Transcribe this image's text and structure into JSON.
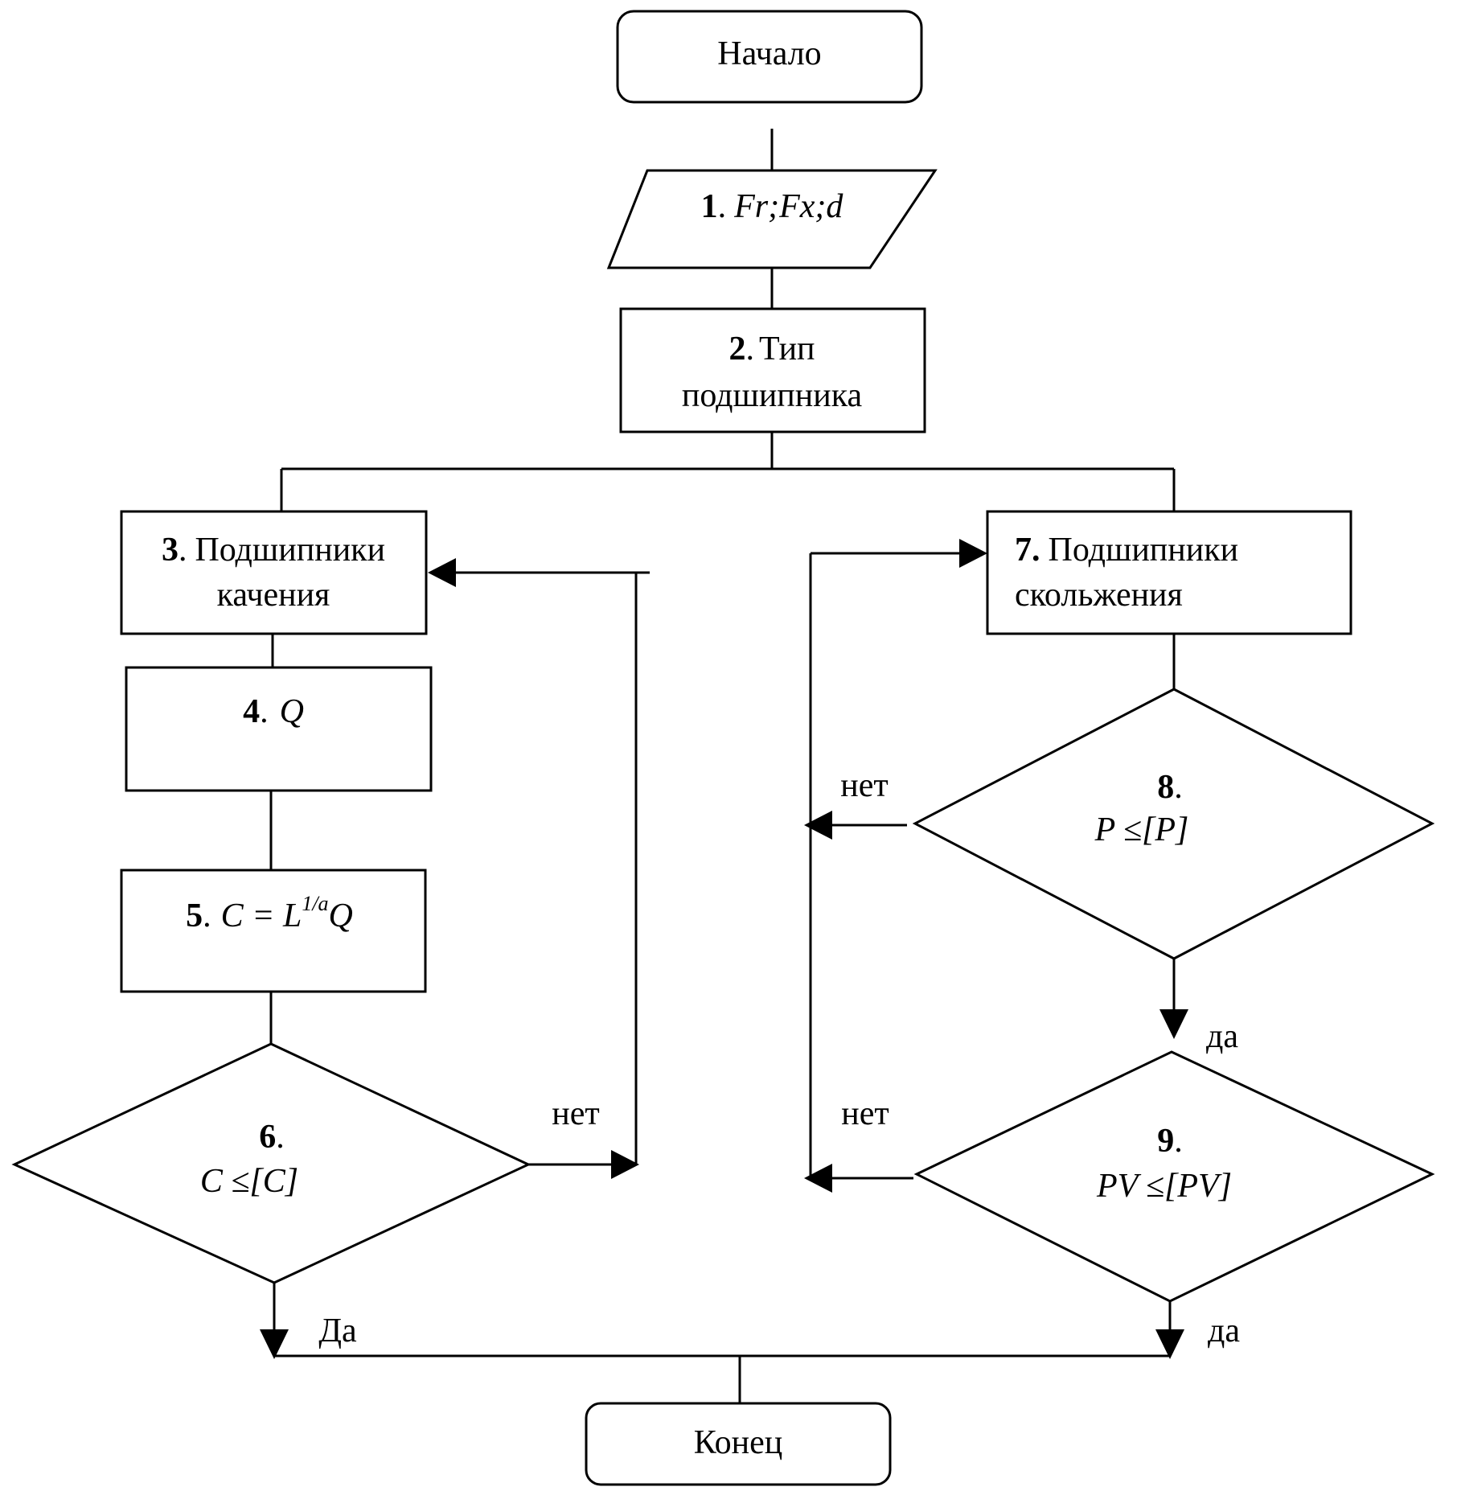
{
  "nodes": {
    "start": {
      "text": "Начало"
    },
    "n1": {
      "num": "1",
      "text": "Fr;Fx;d"
    },
    "n2": {
      "num": "2",
      "line1": "Тип",
      "line2": "подшипника"
    },
    "n3": {
      "num": "3",
      "line1": "Подшипники",
      "line2": "качения"
    },
    "n4": {
      "num": "4",
      "text": "Q"
    },
    "n5": {
      "num": "5",
      "lhs": "C = L",
      "sup": "1/a",
      "rhs": "Q"
    },
    "n6": {
      "num": "6",
      "text": "C ≤[C]"
    },
    "n7": {
      "num": "7.",
      "line1": "Подшипники",
      "line2": "скольжения"
    },
    "n8": {
      "num": "8",
      "text": "P ≤[P]"
    },
    "n9": {
      "num": "9",
      "text": "PV ≤[PV]"
    },
    "end": {
      "text": "Конец"
    }
  },
  "edges": {
    "n6_no": "нет",
    "n6_yes": "Да",
    "n8_no": "нет",
    "n8_yes": "да",
    "n9_no": "нет",
    "n9_yes": "да"
  },
  "punct": {
    "dot": "."
  }
}
